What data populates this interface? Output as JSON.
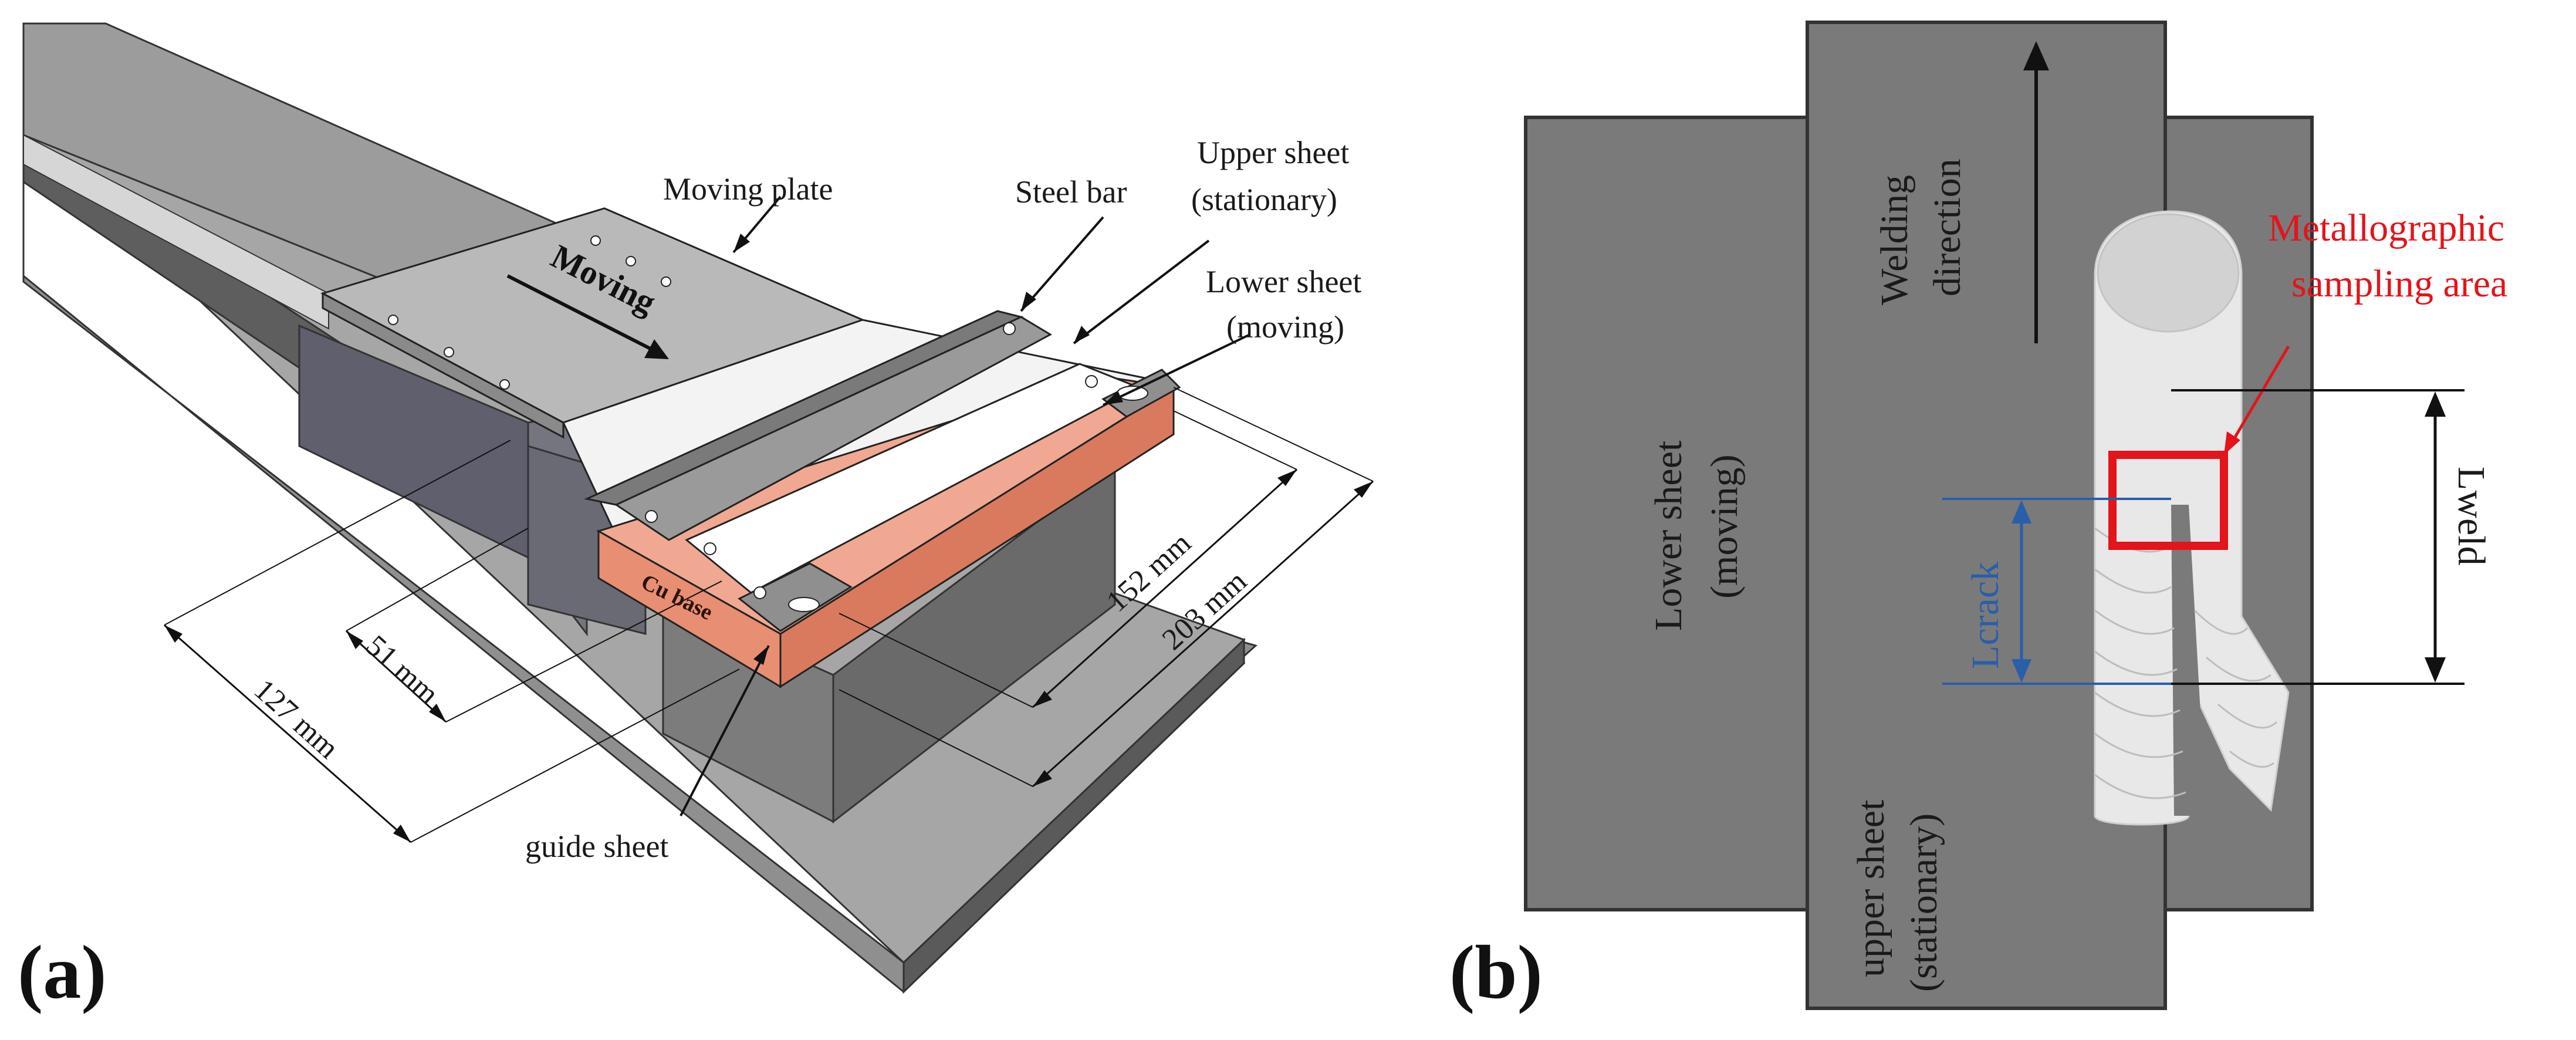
{
  "panel_a": {
    "tag": "(a)",
    "labels": {
      "moving_plate": "Moving plate",
      "moving_arrow": "Moving",
      "steel_bar": "Steel bar",
      "upper_sheet_1": "Upper sheet",
      "upper_sheet_2": "(stationary)",
      "lower_sheet_1": "Lower sheet",
      "lower_sheet_2": "(moving)",
      "cu_base": "Cu base",
      "guide_sheet": "guide sheet"
    },
    "dimensions": {
      "d51": "51 mm",
      "d127": "127 mm",
      "d152": "152 mm",
      "d203": "203 mm"
    }
  },
  "panel_b": {
    "tag": "(b)",
    "labels": {
      "welding_1": "Welding",
      "welding_2": "direction",
      "lower_1": "Lower sheet",
      "lower_2": "(moving)",
      "upper_1": "upper sheet",
      "upper_2": "(stationary)",
      "metallo_1": "Metallographic",
      "metallo_2": "sampling area",
      "lcrack": "Lcrack",
      "lweld": "Lweld"
    },
    "colors": {
      "sheet": "#7a7a7a",
      "weld": "#e6e6e6",
      "sampling": "#e3141b",
      "crack": "#2a5ea8"
    }
  }
}
